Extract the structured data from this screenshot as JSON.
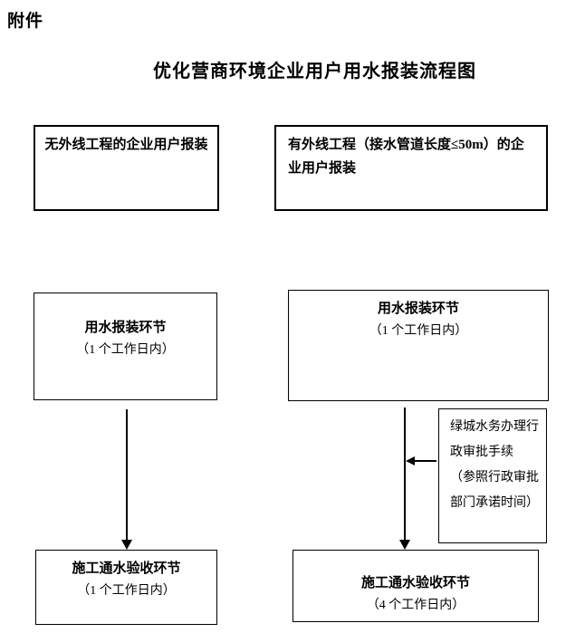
{
  "page": {
    "attachment_label": "附件",
    "title": "优化营商环境企业用户用水报装流程图"
  },
  "flowchart": {
    "no_external_line": {
      "header": "无外线工程的企业用户报装",
      "apply_step": {
        "title": "用水报装环节",
        "duration": "（1 个工作日内）"
      },
      "acceptance_step": {
        "title": "施工通水验收环节",
        "duration": "（1 个工作日内）"
      }
    },
    "with_external_line": {
      "header": "有外线工程（接水管道长度≤50m）的企业用户报装",
      "apply_step": {
        "title": "用水报装环节",
        "duration": "（1 个工作日内）"
      },
      "approval_note": {
        "lines": [
          "绿城水务办理行",
          "政审批手续",
          "（参照行政审批",
          "部门承诺时间）"
        ]
      },
      "acceptance_step": {
        "title": "施工通水验收环节",
        "duration": "（4 个工作日内）"
      }
    },
    "colors": {
      "line": "#000000",
      "background": "#ffffff",
      "text": "#000000"
    }
  }
}
